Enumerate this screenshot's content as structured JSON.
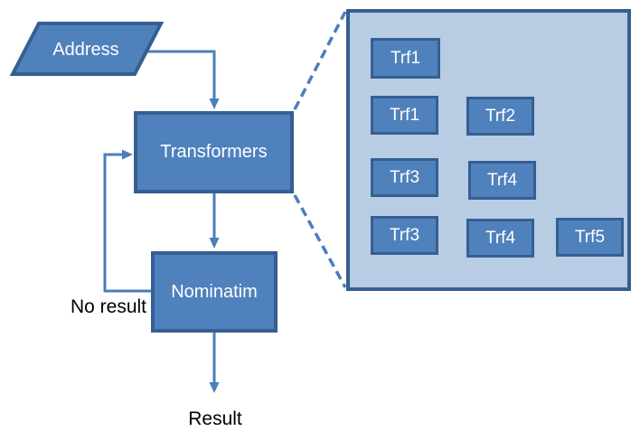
{
  "nodes": {
    "address": "Address",
    "transformers": "Transformers",
    "nominatim": "Nominatim"
  },
  "labels": {
    "no_result": "No result",
    "result": "Result"
  },
  "detail_panel": {
    "rows": [
      [
        "Trf1"
      ],
      [
        "Trf1",
        "Trf2"
      ],
      [
        "Trf3",
        "Trf4"
      ],
      [
        "Trf3",
        "Trf4",
        "Trf5"
      ]
    ]
  },
  "colors": {
    "node_fill": "#4f81bd",
    "node_border": "#365f91",
    "panel_fill": "#b8cce4",
    "connector": "#4a7ebb",
    "node_text": "#ffffff",
    "label_text": "#000000"
  }
}
